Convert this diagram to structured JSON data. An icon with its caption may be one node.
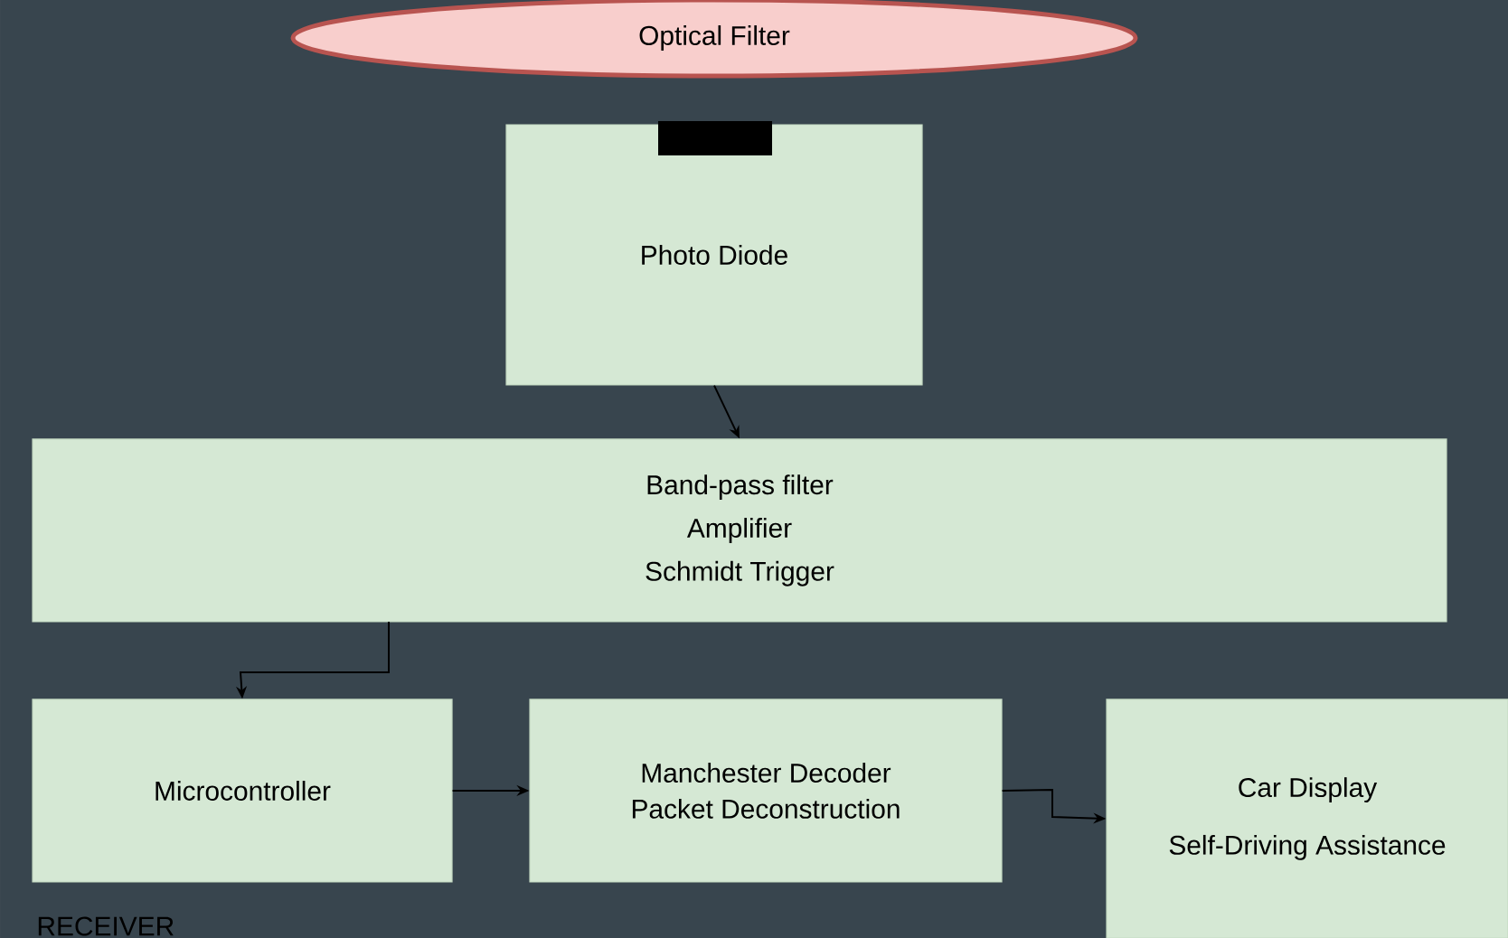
{
  "diagram": {
    "nodes": [
      {
        "text": [
          "Optical Filter"
        ]
      },
      {
        "text": [
          "Photo Diode"
        ]
      },
      {
        "text": [
          "Band-pass filter",
          "Amplifier",
          "Schmidt Trigger"
        ]
      },
      {
        "text": [
          "Microcontroller"
        ]
      },
      {
        "text": [
          "Manchester Decoder",
          "Packet Deconstruction"
        ]
      },
      {
        "text": [
          "Car Display",
          "Self-Driving Assistance"
        ]
      }
    ],
    "edges": [
      {
        "from": 1,
        "to": 2,
        "arrow": "to"
      },
      {
        "from": 2,
        "to": 3,
        "arrow": "to"
      },
      {
        "from": 3,
        "to": 4,
        "arrow": "to"
      },
      {
        "from": 4,
        "to": 5,
        "arrow": "to"
      }
    ],
    "labels": [
      "RECEIVER"
    ]
  }
}
